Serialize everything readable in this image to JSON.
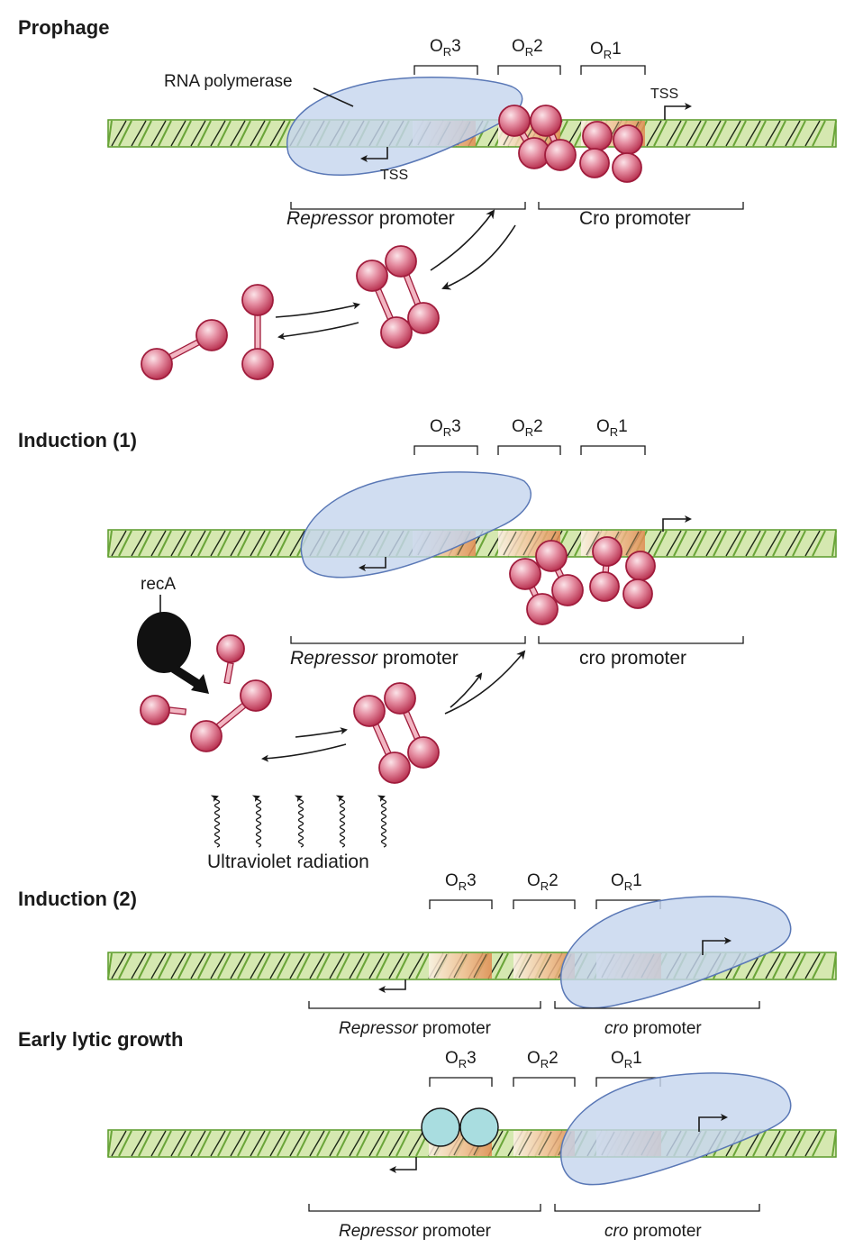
{
  "panels": {
    "prophage": {
      "title": "Prophage",
      "rna_polymerase": "RNA polymerase",
      "tss_left": "TSS",
      "tss_right": "TSS",
      "repressor_promoter_italic": "Represso",
      "repressor_promoter_rest": "r promoter",
      "cro_promoter": "Cro promoter"
    },
    "induction1": {
      "title": "Induction (1)",
      "reca": "recA",
      "repressor_promoter_italic": "Repressor",
      "repressor_promoter_rest": " promoter",
      "cro_promoter": "cro promoter",
      "uv": "Ultraviolet radiation"
    },
    "induction2": {
      "title": "Induction (2)",
      "repressor_promoter_italic": "Repressor",
      "repressor_promoter_rest": " promoter",
      "cro_promoter_italic": "cro",
      "cro_promoter_rest": " promoter"
    },
    "early_lytic": {
      "title": "Early lytic growth",
      "repressor_promoter_italic": "Repressor",
      "repressor_promoter_rest": " promoter",
      "cro_promoter_italic": "cro",
      "cro_promoter_rest": " promoter"
    }
  },
  "operator_sites": {
    "main": "O",
    "sub": "R",
    "or3": "3",
    "or2": "2",
    "or1": "1"
  },
  "colors": {
    "dna": "#d5e8b0",
    "dna_edge": "#5a9a2a",
    "operator": "#e8935a",
    "rna_polymerase": "#c6d6ee",
    "repressor": "#c9506e",
    "cro": "#a9dde0"
  }
}
